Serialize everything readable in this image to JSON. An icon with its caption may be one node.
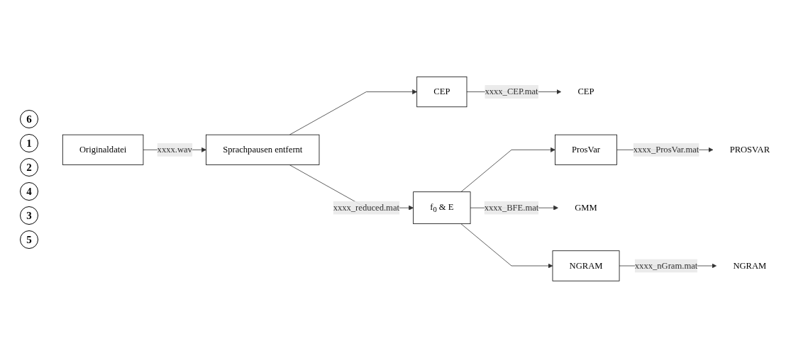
{
  "diagram": {
    "nodes": [
      {
        "text": [
          "Originaldatei"
        ]
      },
      {
        "text": [
          "Sprachpausen entfernt"
        ]
      },
      {
        "text": [
          "CEP"
        ]
      },
      {
        "text": [
          "f$_{0}$ & E"
        ]
      },
      {
        "text": [
          "ProsVar"
        ]
      },
      {
        "text": [
          "NGRAM"
        ]
      },
      {
        "text": [
          "CEP"
        ]
      },
      {
        "text": [
          "PROSVAR"
        ]
      },
      {
        "text": [
          "GMM"
        ]
      },
      {
        "text": [
          "NGRAM"
        ]
      }
    ],
    "edges": [
      {
        "from": 0,
        "to": 1,
        "arrow": "to",
        "label": "xxxx.wav"
      },
      {
        "from": 1,
        "to": 2,
        "arrow": "to"
      },
      {
        "from": 1,
        "to": 3,
        "arrow": "to",
        "label": "xxxx_reduced.mat"
      },
      {
        "from": 2,
        "to": 6,
        "arrow": "to",
        "label": "xxxx_CEP.mat"
      },
      {
        "from": 3,
        "to": 4,
        "arrow": "to"
      },
      {
        "from": 3,
        "to": 8,
        "arrow": "to",
        "label": "xxxx_BFE.mat"
      },
      {
        "from": 3,
        "to": 5,
        "arrow": "to"
      },
      {
        "from": 4,
        "to": 7,
        "arrow": "to",
        "label": "xxxx_ProsVar.mat"
      },
      {
        "from": 5,
        "to": 9,
        "arrow": "to",
        "label": "xxxx_nGram.mat"
      }
    ],
    "labels": [
      "6",
      "1",
      "2",
      "4",
      "3",
      "5"
    ]
  }
}
